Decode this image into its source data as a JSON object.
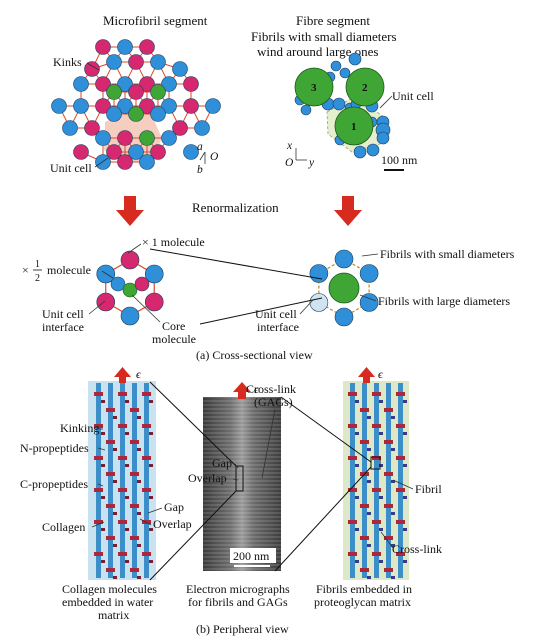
{
  "colors": {
    "magenta": "#d6286e",
    "blue": "#2f8fd8",
    "green": "#3fa535",
    "red_arrow": "#d62b1e",
    "unit_cell_fill": "#f4c2b0",
    "fibre_cell_fill": "#e6efcd",
    "hex_line": "#d84a2e",
    "fibril_blue": "#3b8ec9",
    "pg_matrix": "#dde9c6",
    "water_matrix": "#c9e2ef",
    "propeptide": "#b0253a",
    "micrograph": "#555555"
  },
  "top": {
    "left_title": "Microfibril segment",
    "right_title": "Fibre segment",
    "right_subtitle_1": "Fibrils with small diameters",
    "right_subtitle_2": "wind around large ones",
    "kinks_label": "Kinks",
    "unit_cell_left": "Unit cell",
    "unit_cell_right": "Unit cell",
    "axis_a": "a",
    "axis_b": "b",
    "axis_o_left": "O",
    "axis_x": "x",
    "axis_y": "y",
    "axis_o_right": "O",
    "scale_bar": "100 nm",
    "fibril_numbers": [
      "1",
      "2",
      "3"
    ]
  },
  "renormalization": "Renormalization",
  "middle": {
    "one_molecule": "× 1 molecule",
    "half_prefix": "×",
    "half_num": "1",
    "half_den": "2",
    "half_suffix": "molecule",
    "unit_cell_interface_left_1": "Unit cell",
    "unit_cell_interface_left_2": "interface",
    "core_molecule_1": "Core",
    "core_molecule_2": "molecule",
    "unit_cell_interface_right_1": "Unit cell",
    "unit_cell_interface_right_2": "interface",
    "small_fibrils": "Fibrils with small diameters",
    "large_fibrils": "Fibrils with large diameters"
  },
  "caption_a": "(a) Cross-sectional view",
  "bottom": {
    "epsilon": "ϵ",
    "kinking": "Kinking",
    "n_propeptides": "N-propeptides",
    "c_propeptides": "C-propeptides",
    "collagen": "Collagen",
    "gap_left": "Gap",
    "overlap_left": "Overlap",
    "gap_mid": "Gap",
    "overlap_mid": "Overlap",
    "crosslink_top_1": "Cross-link",
    "crosslink_top_2": "(GAGs)",
    "micro_scale": "200 nm",
    "fibril": "Fibril",
    "crosslink": "Cross-link",
    "cap_left_1": "Collagen molecules",
    "cap_left_2": "embedded in water",
    "cap_left_3": "matrix",
    "cap_mid_1": "Electron micrographs",
    "cap_mid_2": "for fibrils and GAGs",
    "cap_right_1": "Fibrils embedded in",
    "cap_right_2": "proteoglycan matrix"
  },
  "caption_b": "(b) Peripheral view"
}
